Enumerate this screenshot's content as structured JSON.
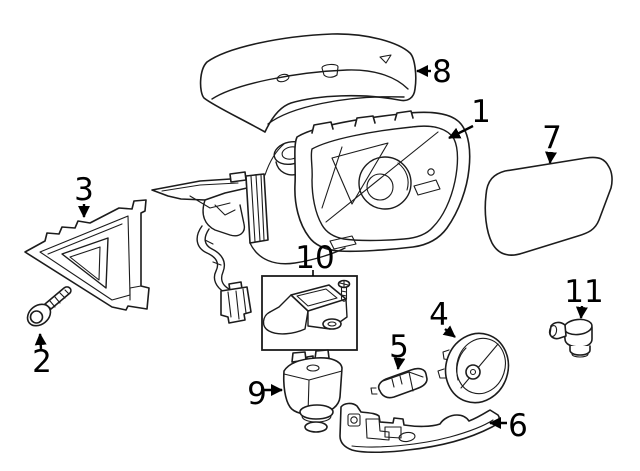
{
  "diagram": {
    "type": "exploded-parts-diagram",
    "subject": "side-mirror-assembly",
    "background_color": "#ffffff",
    "line_color": "#1c1c1c",
    "label_color": "#000000"
  },
  "callouts": [
    {
      "label": "1",
      "target": "mirror-housing-assembly"
    },
    {
      "label": "2",
      "target": "mounting-bolt"
    },
    {
      "label": "3",
      "target": "corner-trim-panel"
    },
    {
      "label": "4",
      "target": "round-lamp-unit"
    },
    {
      "label": "5",
      "target": "small-lamp-socket"
    },
    {
      "label": "6",
      "target": "turn-signal-lamp"
    },
    {
      "label": "7",
      "target": "mirror-glass"
    },
    {
      "label": "8",
      "target": "mirror-cover-cap"
    },
    {
      "label": "9",
      "target": "mirror-camera"
    },
    {
      "label": "10",
      "target": "bracket-kit-box"
    },
    {
      "label": "11",
      "target": "temperature-sensor"
    }
  ]
}
